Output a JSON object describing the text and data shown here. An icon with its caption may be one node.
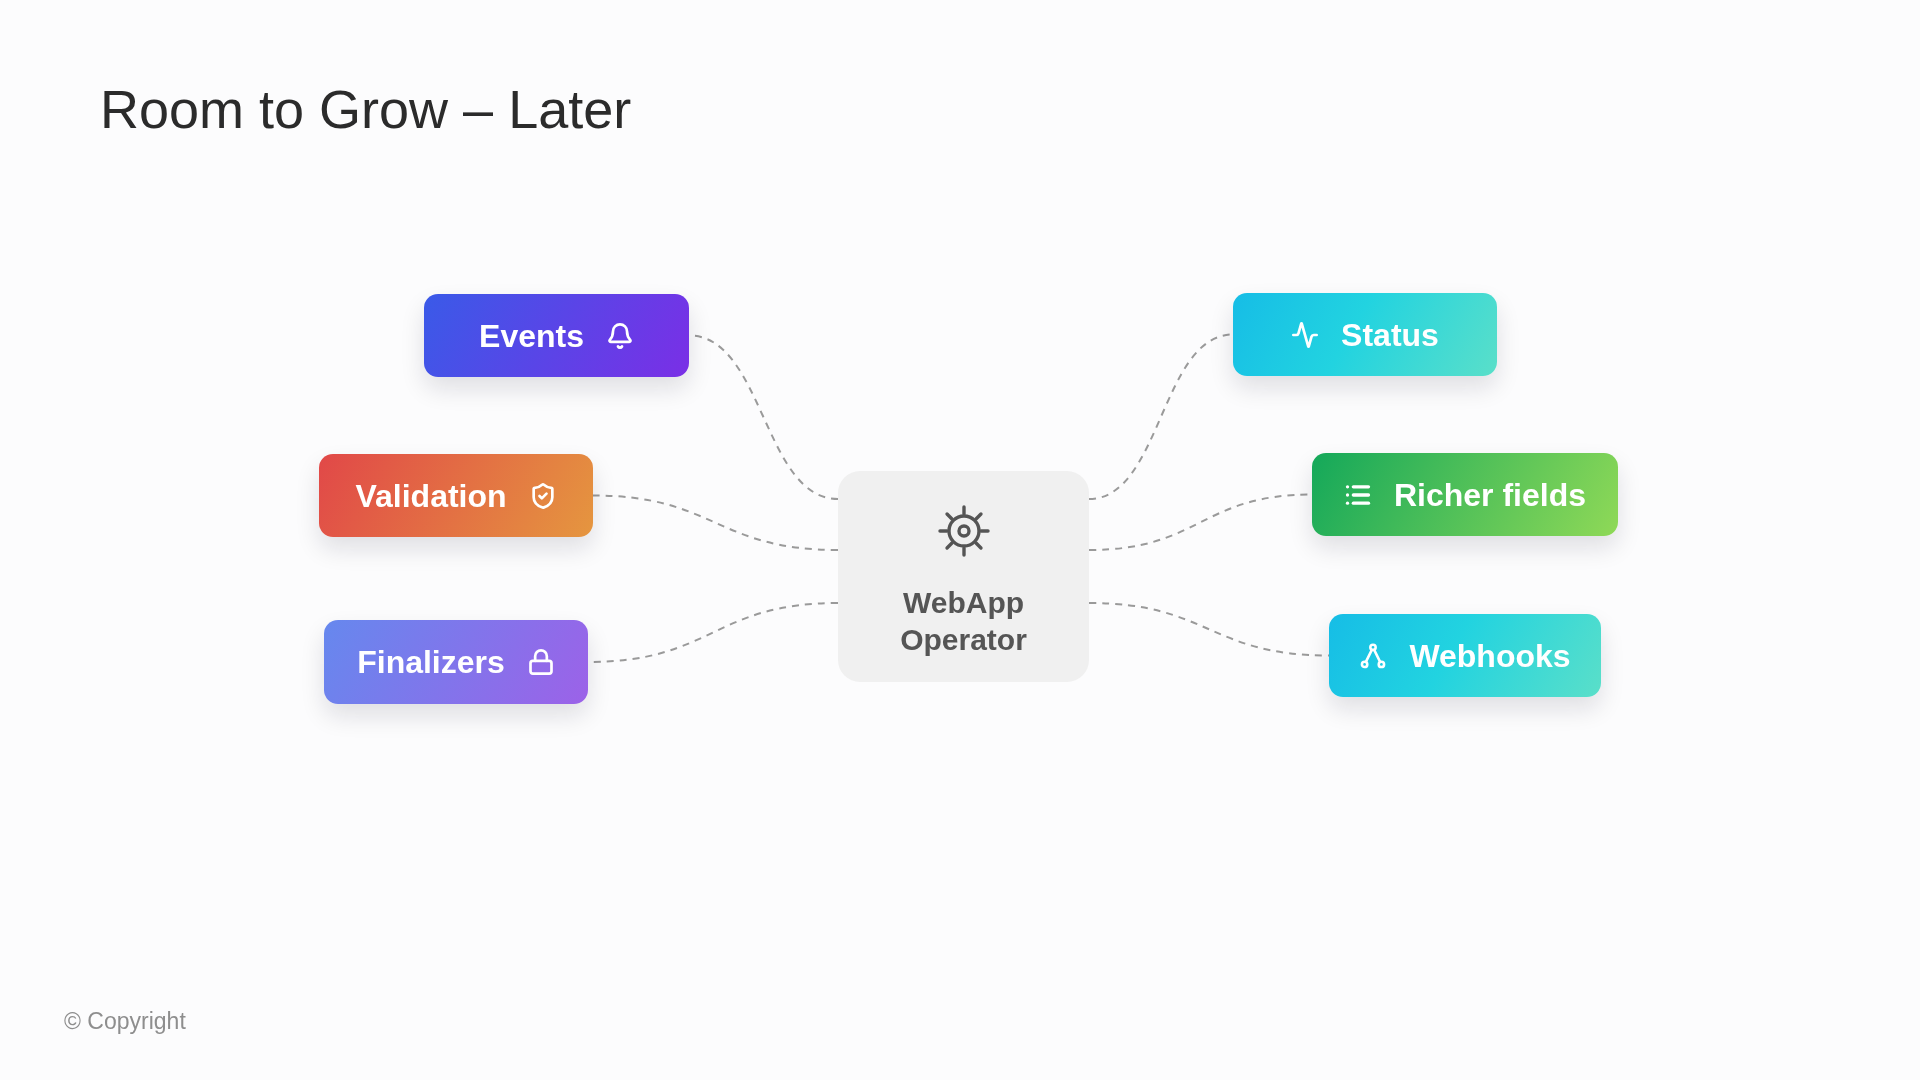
{
  "diagram": {
    "title": "Room to Grow – Later",
    "nodes": [
      {
        "text": [
          "Events"
        ]
      },
      {
        "text": [
          "Status"
        ]
      },
      {
        "text": [
          "Validation"
        ]
      },
      {
        "text": [
          "Richer fields"
        ]
      },
      {
        "text": [
          "WebApp Operator"
        ]
      },
      {
        "text": [
          "Finalizers"
        ]
      },
      {
        "text": [
          "Webhooks"
        ]
      }
    ],
    "edges": [
      {
        "from": 4,
        "to": 0,
        "arrow": "none"
      },
      {
        "from": 4,
        "to": 2,
        "arrow": "none"
      },
      {
        "from": 4,
        "to": 5,
        "arrow": "none"
      },
      {
        "from": 4,
        "to": 1,
        "arrow": "none"
      },
      {
        "from": 4,
        "to": 3,
        "arrow": "none"
      },
      {
        "from": 4,
        "to": 6,
        "arrow": "none"
      }
    ],
    "labels": [
      "© Copyright"
    ]
  }
}
